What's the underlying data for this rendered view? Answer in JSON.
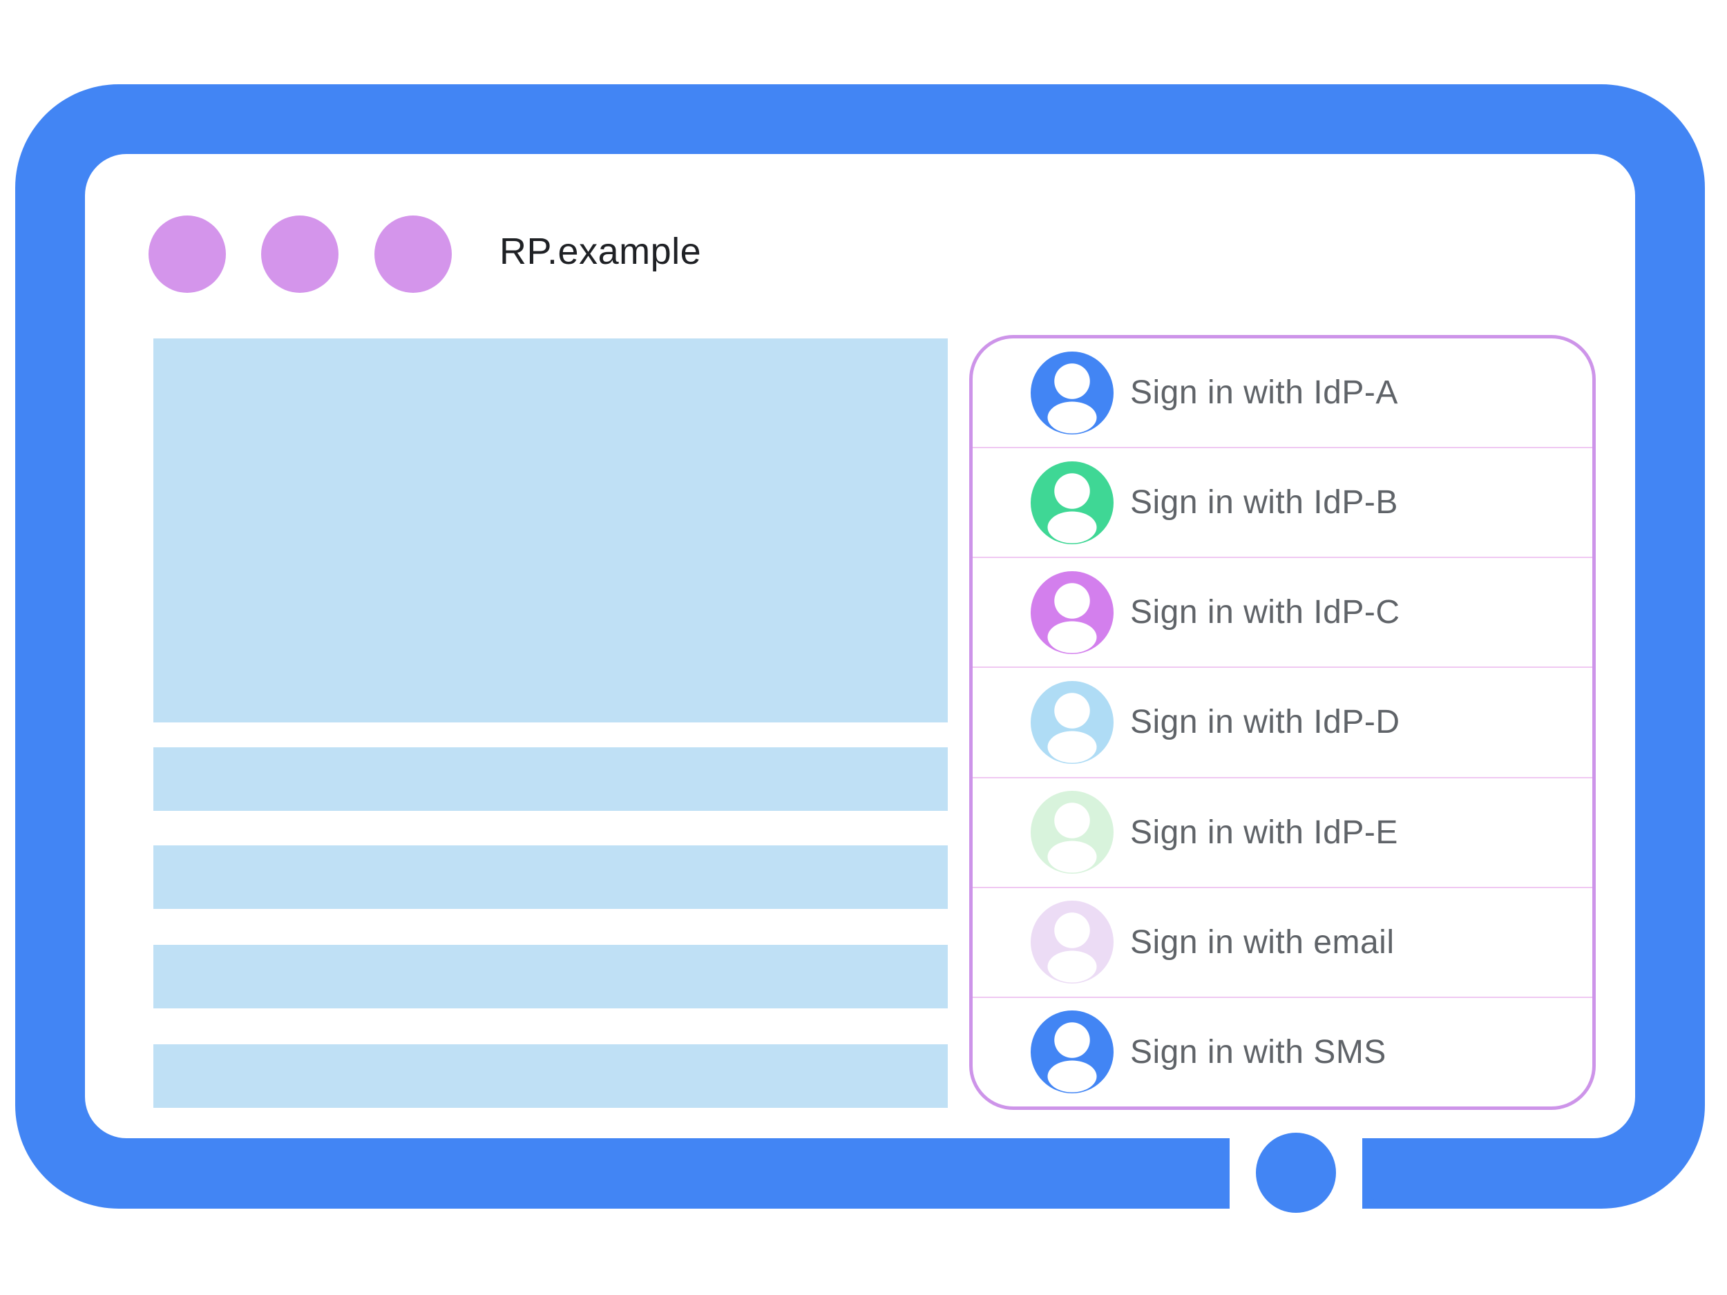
{
  "window": {
    "title": "RP.example",
    "dot_count": 3
  },
  "content_placeholders": {
    "hero_block": 1,
    "text_lines": 4
  },
  "signin_panel": {
    "options": [
      {
        "label": "Sign in with IdP-A",
        "avatar_color": "#4285F4"
      },
      {
        "label": "Sign in with IdP-B",
        "avatar_color": "#3FD795"
      },
      {
        "label": "Sign in with IdP-C",
        "avatar_color": "#D37FED"
      },
      {
        "label": "Sign in with IdP-D",
        "avatar_color": "#AFDCF5"
      },
      {
        "label": "Sign in with IdP-E",
        "avatar_color": "#D8F3DC"
      },
      {
        "label": "Sign in with email",
        "avatar_color": "#ECDCF5"
      },
      {
        "label": "Sign in with SMS",
        "avatar_color": "#4285F4"
      }
    ]
  },
  "colors": {
    "frame-blue": "#4285F4",
    "placeholder-blue": "#BFE0F5",
    "window-dot-purple": "#D495EB",
    "panel-border-purple": "#CD94E9",
    "panel-divider-pink": "#F0C8F2",
    "label-gray": "#5F6368",
    "title-black": "#1F2125"
  }
}
